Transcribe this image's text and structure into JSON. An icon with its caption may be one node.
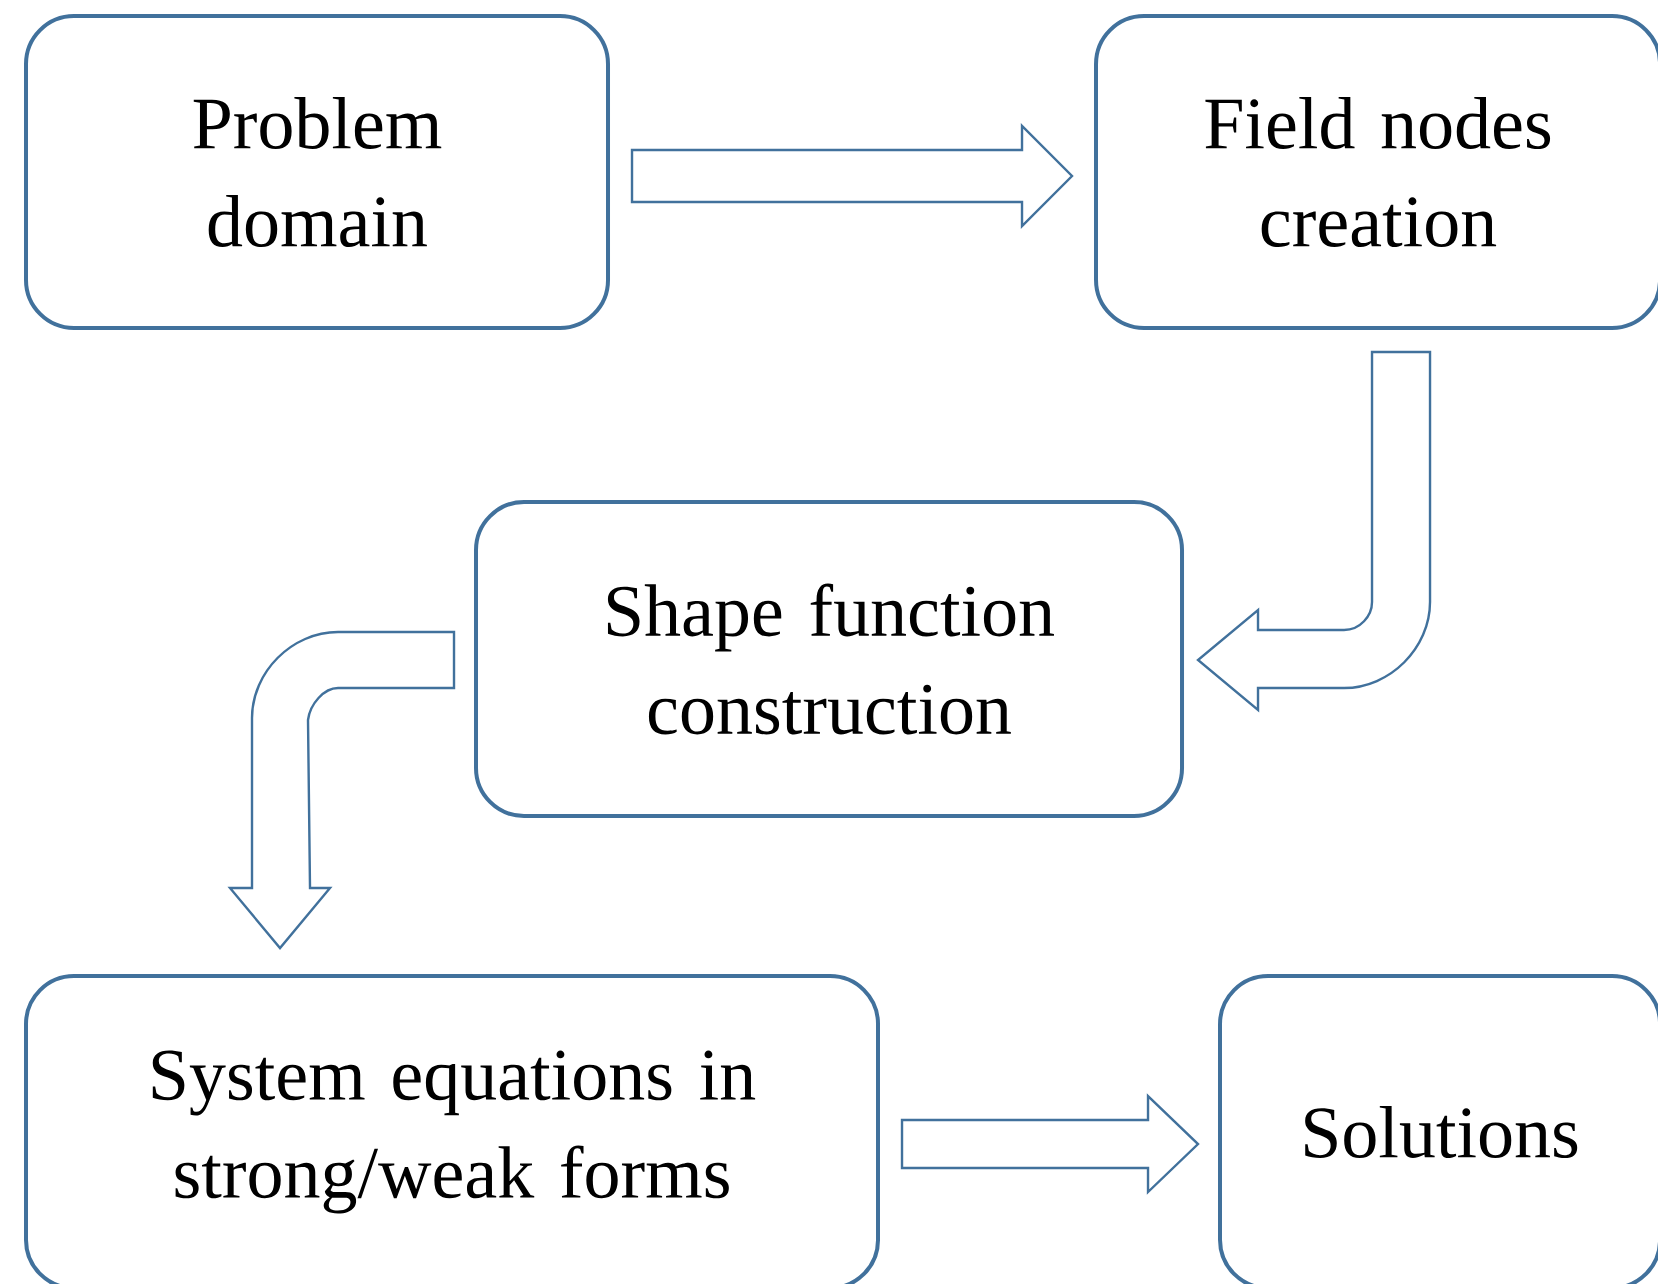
{
  "diagram": {
    "nodes": [
      {
        "text": [
          "Problem domain"
        ]
      },
      {
        "text": [
          "Field nodes creation"
        ]
      },
      {
        "text": [
          "Shape function construction"
        ]
      },
      {
        "text": [
          "System equations in strong/weak forms"
        ]
      },
      {
        "text": [
          "Solutions"
        ]
      }
    ],
    "edges": [
      {
        "from": 0,
        "to": 1,
        "arrow": "to"
      },
      {
        "from": 1,
        "to": 2,
        "arrow": "to"
      },
      {
        "from": 2,
        "to": 3,
        "arrow": "to"
      },
      {
        "from": 3,
        "to": 4,
        "arrow": "to"
      }
    ]
  }
}
